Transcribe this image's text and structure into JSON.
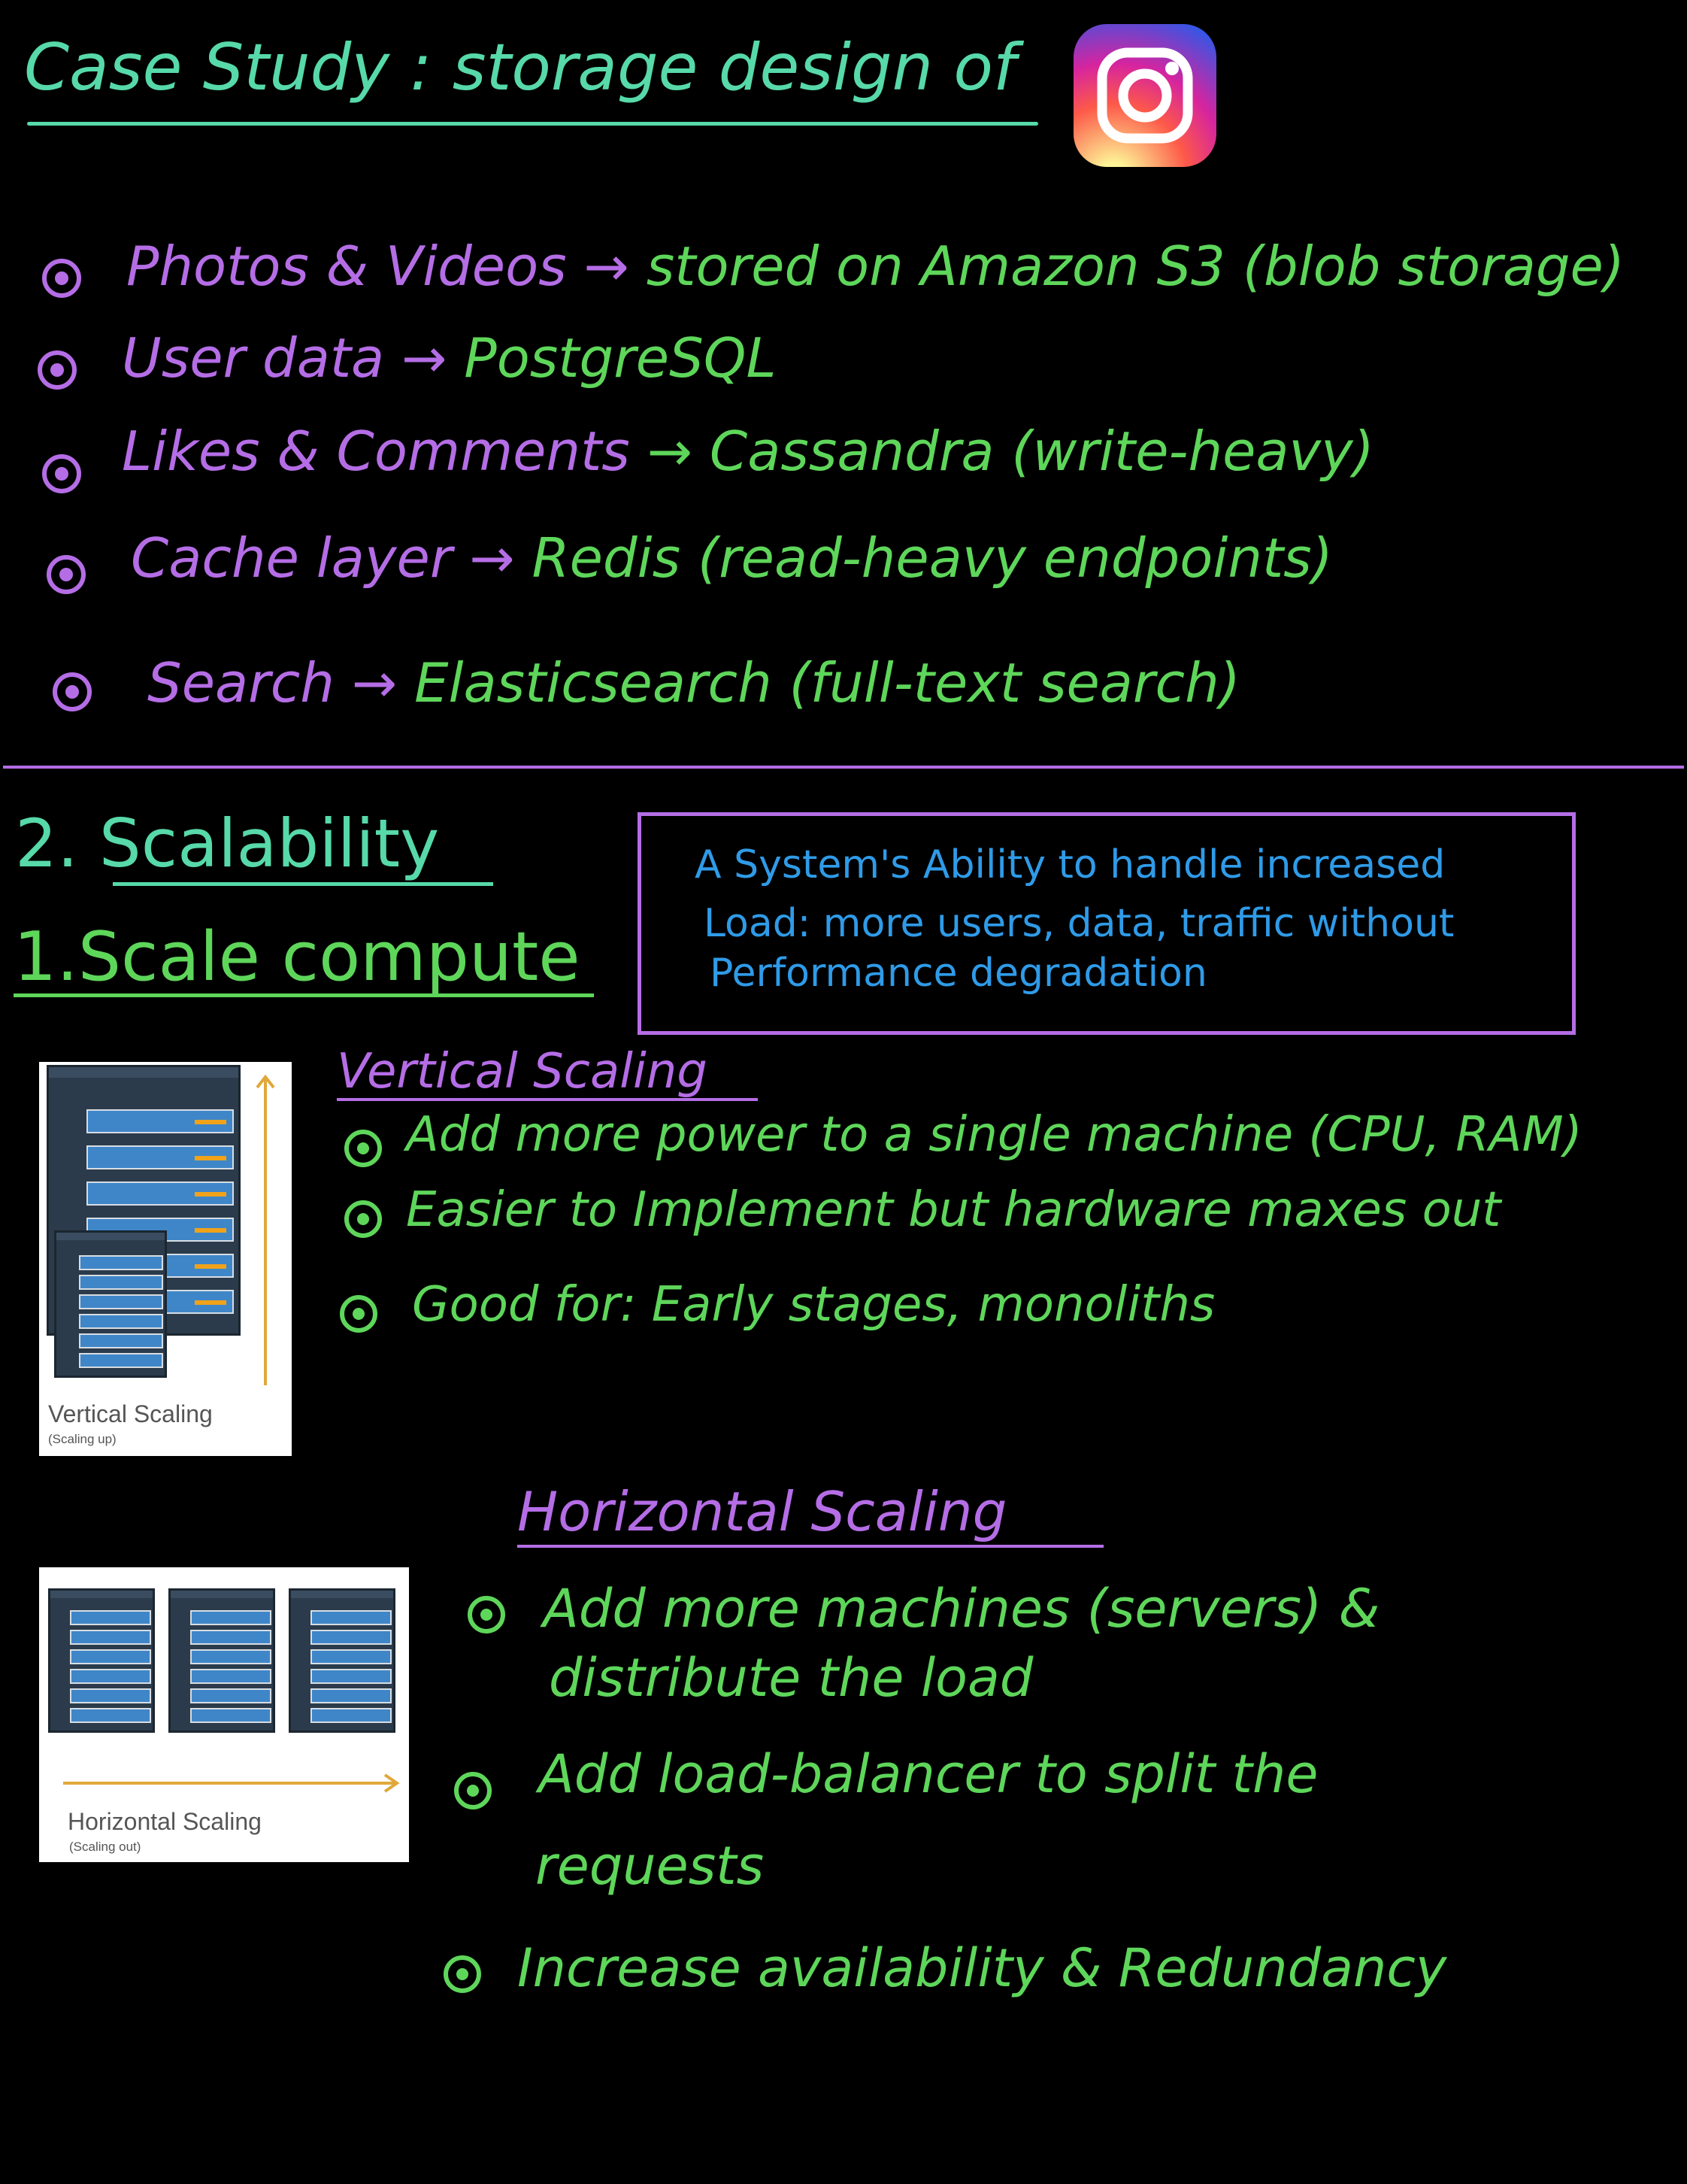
{
  "title": "Case Study : storage design of",
  "logo_icon": "instagram-icon",
  "storage_items": [
    {
      "label": "Photos & Videos",
      "arrow": "→",
      "value": "stored on Amazon S3 (blob storage)"
    },
    {
      "label": "User data",
      "arrow": "→",
      "value": "PostgreSQL"
    },
    {
      "label": "Likes & Comments",
      "arrow": "→",
      "value": "Cassandra (write-heavy)"
    },
    {
      "label": "Cache layer",
      "arrow": "→",
      "value": "Redis (read-heavy endpoints)"
    },
    {
      "label": "Search",
      "arrow": "→",
      "value": "Elasticsearch (full-text search)"
    }
  ],
  "section_scalability": "2. Scalability",
  "section_compute": "1.Scale compute",
  "definition": {
    "line1": "A System's Ability to handle increased",
    "line2": "Load: more users, data, traffic without",
    "line3": "Performance degradation"
  },
  "vertical": {
    "image_caption": "Vertical Scaling",
    "image_subcaption": "(Scaling up)",
    "heading": "Vertical Scaling",
    "points": [
      "Add more power to a single machine (CPU, RAM)",
      "Easier to Implement but hardware maxes out",
      "Good for: Early stages, monoliths"
    ]
  },
  "horizontal": {
    "image_caption": "Horizontal Scaling",
    "image_subcaption": "(Scaling out)",
    "heading": "Horizontal Scaling",
    "point1_line1": "Add more machines (servers) &",
    "point1_line2": "distribute the load",
    "point2_line1": "Add load-balancer to split the",
    "point2_line2": "requests",
    "point3": "Increase availability & Redundancy"
  },
  "colors": {
    "background": "#000000",
    "teal": "#57d9a9",
    "purple": "#b56de6",
    "green": "#5ed65a",
    "blue": "#2f9be8"
  }
}
